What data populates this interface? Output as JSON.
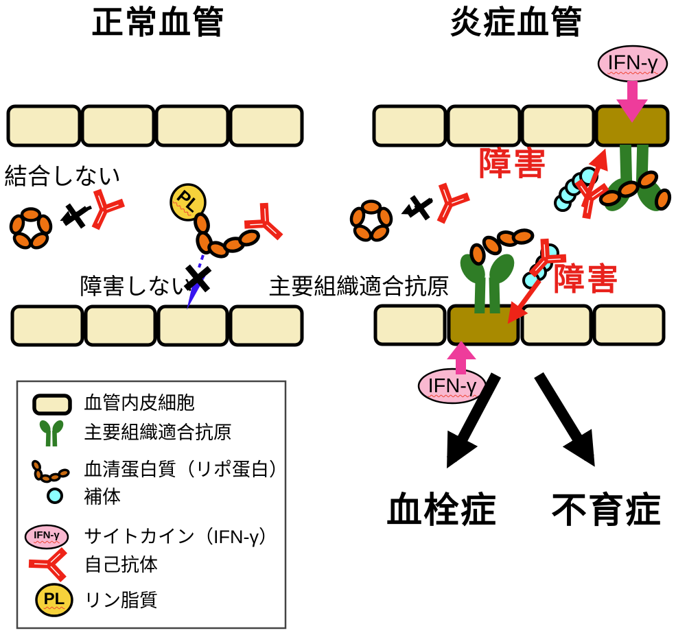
{
  "panels": {
    "normal": {
      "title": "正常血管",
      "no_binding_label": "結合しない",
      "no_damage_label": "障害しない",
      "phospholipid_label": "PL"
    },
    "inflamed": {
      "title": "炎症血管",
      "damage_label_top": "障害",
      "damage_label_bottom": "障害",
      "mhc_label": "主要組織適合抗原",
      "ifn_label_top": "IFN-γ",
      "ifn_label_bottom": "IFN-γ",
      "outcome_left": "血栓症",
      "outcome_right": "不育症"
    }
  },
  "legend": {
    "items": [
      {
        "icon": "endothelial-cell-icon",
        "label": "血管内皮細胞"
      },
      {
        "icon": "mhc-antigen-icon",
        "label": "主要組織適合抗原"
      },
      {
        "icon": "serum-protein-icon",
        "label": "血清蛋白質（リポ蛋白）"
      },
      {
        "icon": "complement-icon",
        "label": "補体"
      },
      {
        "icon": "cytokine-icon",
        "icon_text": "IFN-γ",
        "label": "サイトカイン（IFN-γ）"
      },
      {
        "icon": "autoantibody-icon",
        "label": "自己抗体"
      },
      {
        "icon": "phospholipid-icon",
        "icon_text": "PL",
        "label": "リン脂質"
      }
    ]
  },
  "colors": {
    "cell_fill": "#f6edc0",
    "damaged_cell_fill": "#a88a00",
    "mhc_green": "#2f7d26",
    "protein_orange": "#ee7211",
    "complement_cyan": "#8cffff",
    "antibody_red": "#ee2418",
    "cytokine_pink": "#f9b8d0",
    "cytokine_arrow_pink": "#ee3c9b",
    "phospholipid_yellow": "#f6d23b",
    "damage_text_red": "#e8221c",
    "no_damage_arrow_blue": "#3715ef"
  }
}
